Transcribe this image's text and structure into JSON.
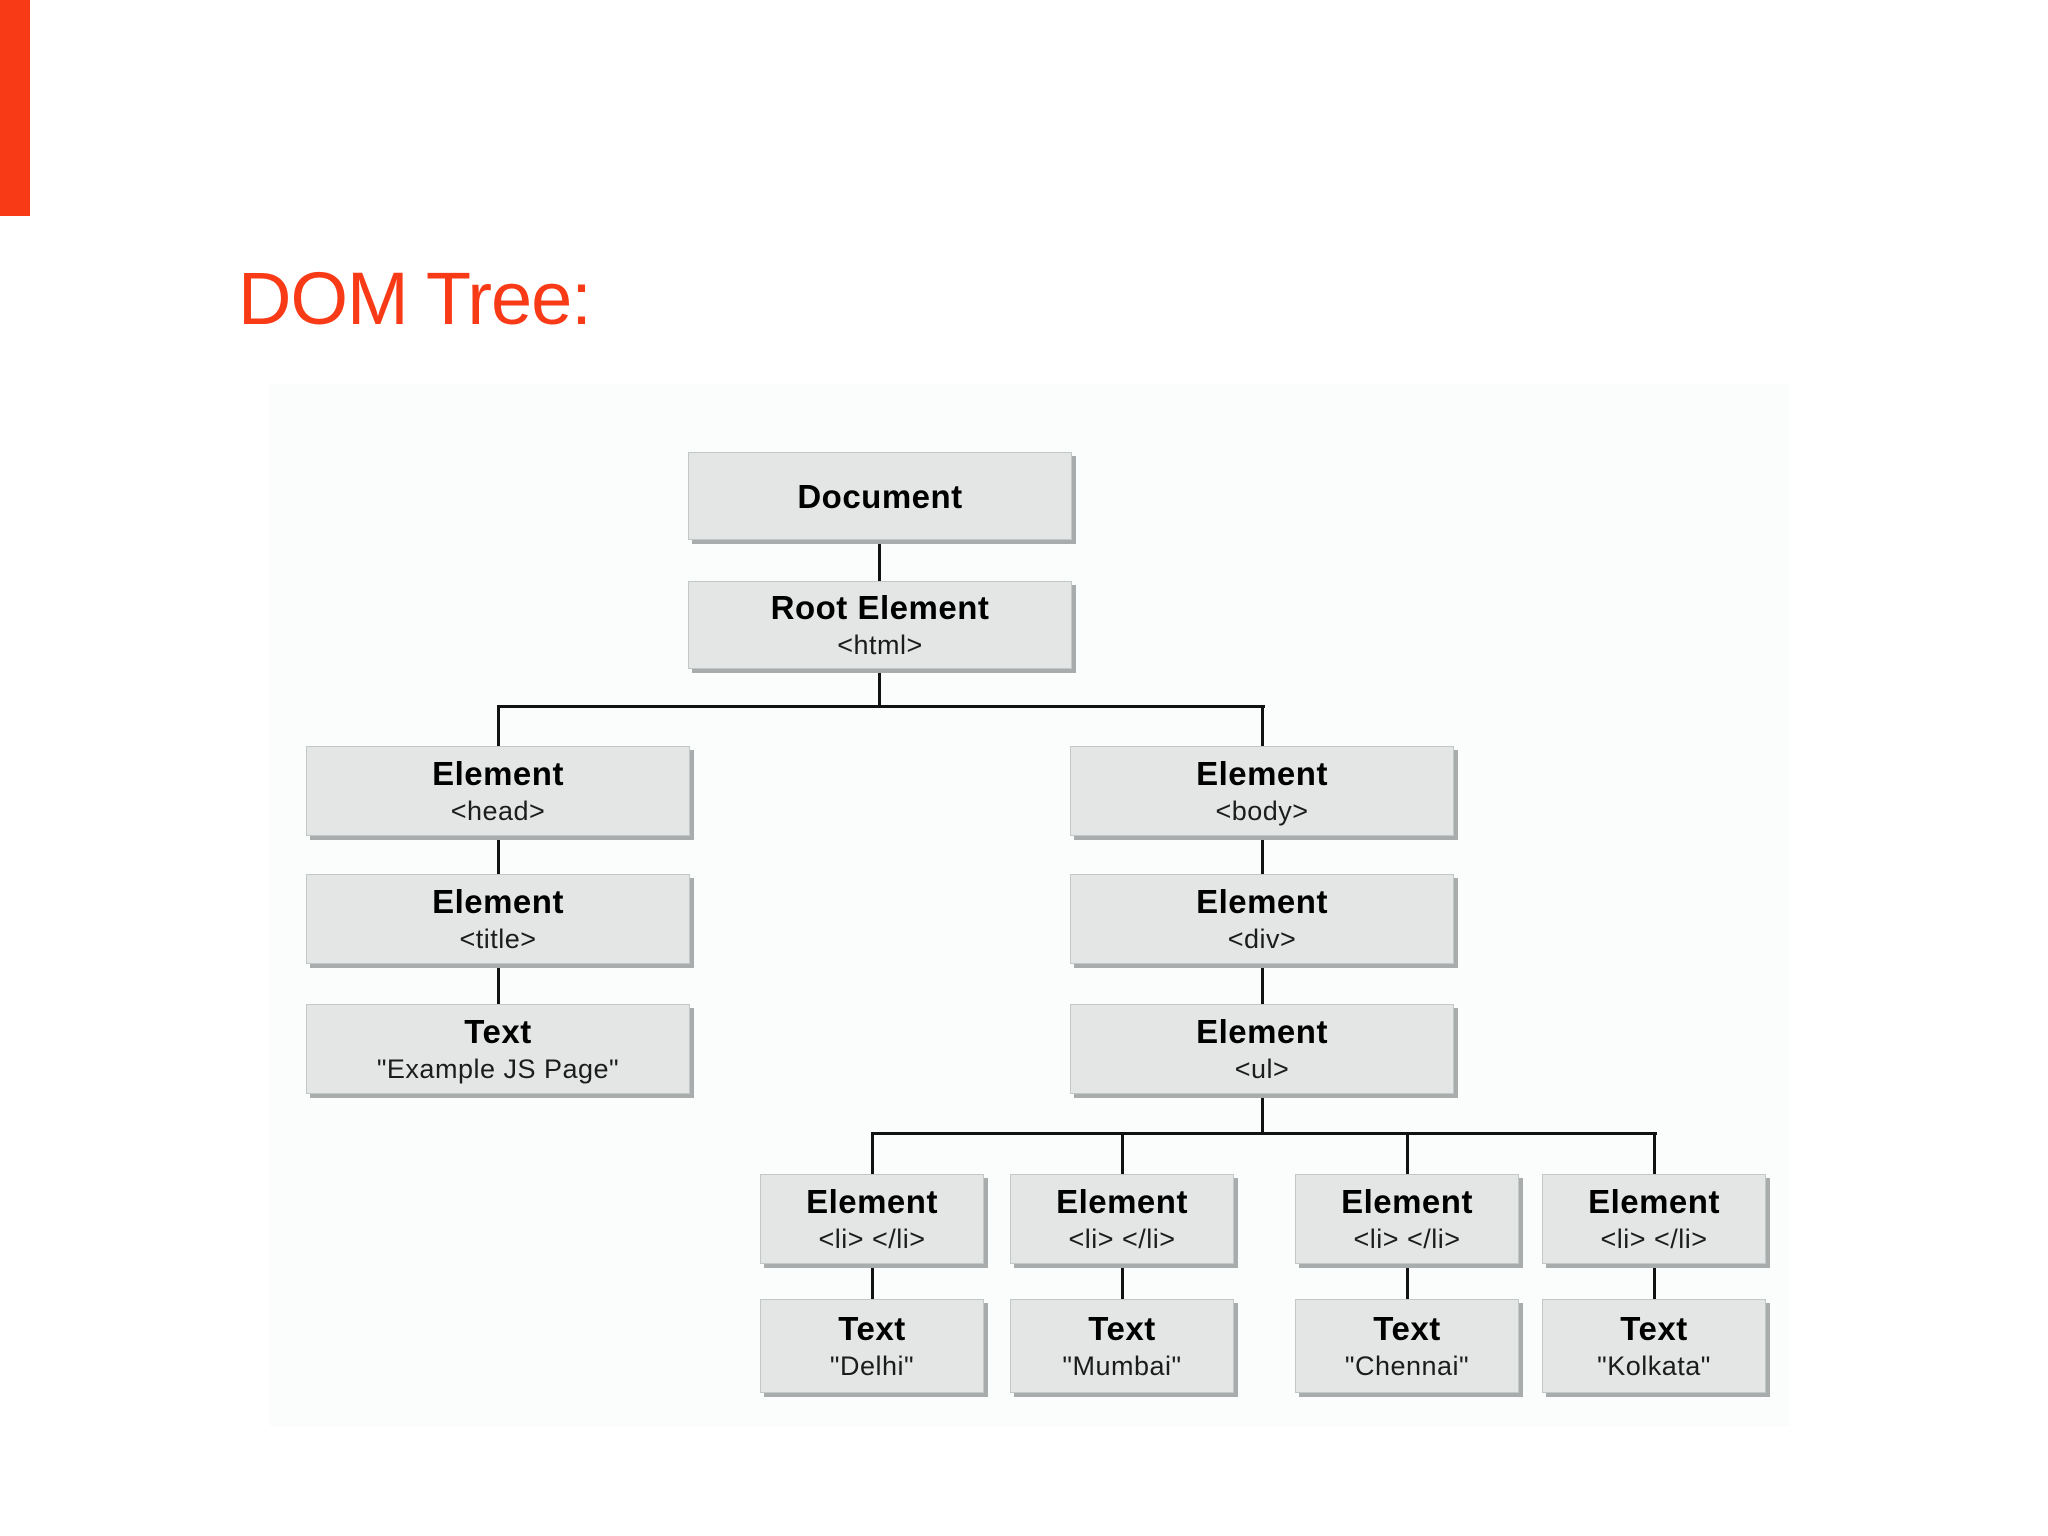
{
  "title": {
    "text": "DOM Tree:"
  },
  "colors": {
    "accent": "#f93a17",
    "panel_bg": "#fbfcfc",
    "node_fill": "#e3e6e5",
    "node_border": "#c2c7c7",
    "node_shadow": "#a8acac",
    "connector": "#111111",
    "text_primary": "#000000",
    "text_secondary": "#1c1c1c"
  },
  "diagram": {
    "nodes": {
      "document": {
        "title": "Document"
      },
      "root": {
        "title": "Root Element",
        "subtitle": "<html>"
      },
      "head": {
        "title": "Element",
        "subtitle": "<head>"
      },
      "body": {
        "title": "Element",
        "subtitle": "<body>"
      },
      "title_el": {
        "title": "Element",
        "subtitle": "<title>"
      },
      "div_el": {
        "title": "Element",
        "subtitle": "<div>"
      },
      "ul_el": {
        "title": "Element",
        "subtitle": "<ul>"
      },
      "head_text": {
        "title": "Text",
        "subtitle": "\"Example JS Page\""
      },
      "li1": {
        "title": "Element",
        "subtitle": "<li> </li>"
      },
      "li2": {
        "title": "Element",
        "subtitle": "<li> </li>"
      },
      "li3": {
        "title": "Element",
        "subtitle": "<li> </li>"
      },
      "li4": {
        "title": "Element",
        "subtitle": "<li> </li>"
      },
      "li1_text": {
        "title": "Text",
        "subtitle": "\"Delhi\""
      },
      "li2_text": {
        "title": "Text",
        "subtitle": "\"Mumbai\""
      },
      "li3_text": {
        "title": "Text",
        "subtitle": "\"Chennai\""
      },
      "li4_text": {
        "title": "Text",
        "subtitle": "\"Kolkata\""
      }
    }
  }
}
